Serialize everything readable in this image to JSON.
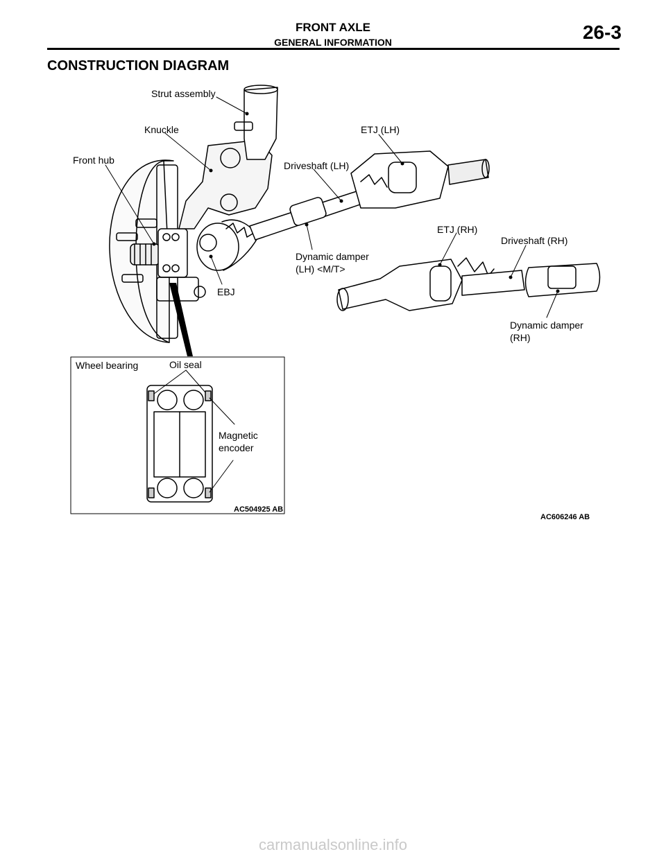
{
  "header": {
    "title": "FRONT AXLE",
    "subtitle": "GENERAL INFORMATION",
    "page_number": "26-3"
  },
  "section": {
    "title": "CONSTRUCTION DIAGRAM"
  },
  "figure": {
    "labels": {
      "strut_assembly": "Strut assembly",
      "knuckle": "Knuckle",
      "front_hub": "Front hub",
      "etj_lh": "ETJ (LH)",
      "driveshaft_lh": "Driveshaft (LH)",
      "etj_rh": "ETJ (RH)",
      "driveshaft_rh": "Driveshaft (RH)",
      "dynamic_damper_lh": "Dynamic damper\n(LH) <M/T>",
      "ebj": "EBJ",
      "dynamic_damper_rh": "Dynamic damper\n(RH)"
    },
    "inset": {
      "wheel_bearing": "Wheel bearing",
      "oil_seal": "Oil seal",
      "magnetic_encoder": "Magnetic\nencoder",
      "code": "AC504925 AB"
    },
    "code": "AC606246 AB"
  },
  "footer": {
    "watermark": "carmanualsonline.info"
  }
}
